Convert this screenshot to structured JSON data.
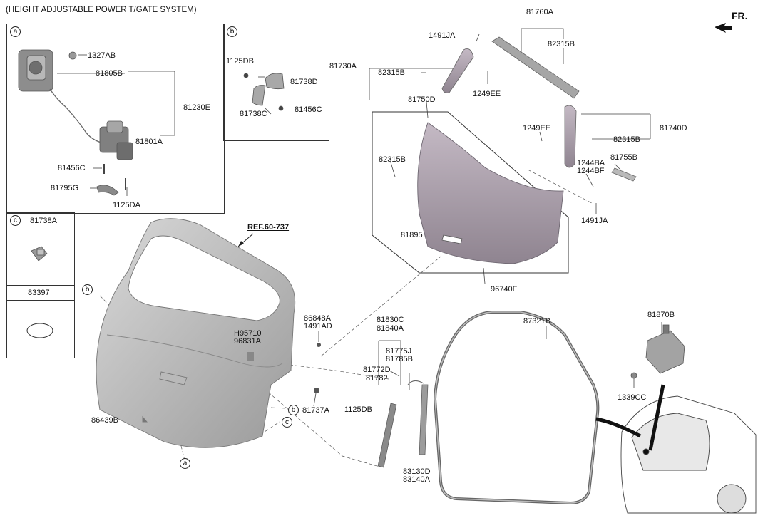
{
  "header": {
    "title": "(HEIGHT ADJUSTABLE POWER T/GATE SYSTEM)",
    "front_mark": "FR."
  },
  "panel_a": {
    "tag": "a",
    "parts": [
      "1327AB",
      "81805B",
      "81230E",
      "81801A",
      "81456C",
      "81795G",
      "1125DA"
    ]
  },
  "panel_b": {
    "tag": "b",
    "parts": [
      "1125DB",
      "81738D",
      "81738C",
      "81456C"
    ]
  },
  "panel_c": {
    "tag": "c",
    "part": "81738A"
  },
  "panel_d": {
    "part": "83397"
  },
  "ref_note": "REF.60-737",
  "callouts": [
    "a",
    "b",
    "b",
    "c"
  ],
  "labels": {
    "p81760A": "81760A",
    "p1491JA_top": "1491JA",
    "p82315B_top": "82315B",
    "p81730A": "81730A",
    "p82315B_mid": "82315B",
    "p1249EE_top": "1249EE",
    "p81750D": "81750D",
    "p1249EE_mid": "1249EE",
    "p82315B_right": "82315B",
    "p81740D": "81740D",
    "p82315B_left": "82315B",
    "p1244BA": "1244BA",
    "p1244BF": "1244BF",
    "p81755B": "81755B",
    "p1491JA_right": "1491JA",
    "p81895": "81895",
    "p96740F": "96740F",
    "p86848A": "86848A",
    "p1491AD": "1491AD",
    "pH95710": "H95710",
    "p96831A": "96831A",
    "p81737A": "81737A",
    "p86439B": "86439B",
    "p81830C": "81830C",
    "p81840A": "81840A",
    "p81775J": "81775J",
    "p81785B": "81785B",
    "p81772D": "81772D",
    "p81782": "81782",
    "p1125DB": "1125DB",
    "p83130D": "83130D",
    "p83140A": "83140A",
    "p87321B": "87321B",
    "p81870B": "81870B",
    "p1339CC": "1339CC"
  }
}
